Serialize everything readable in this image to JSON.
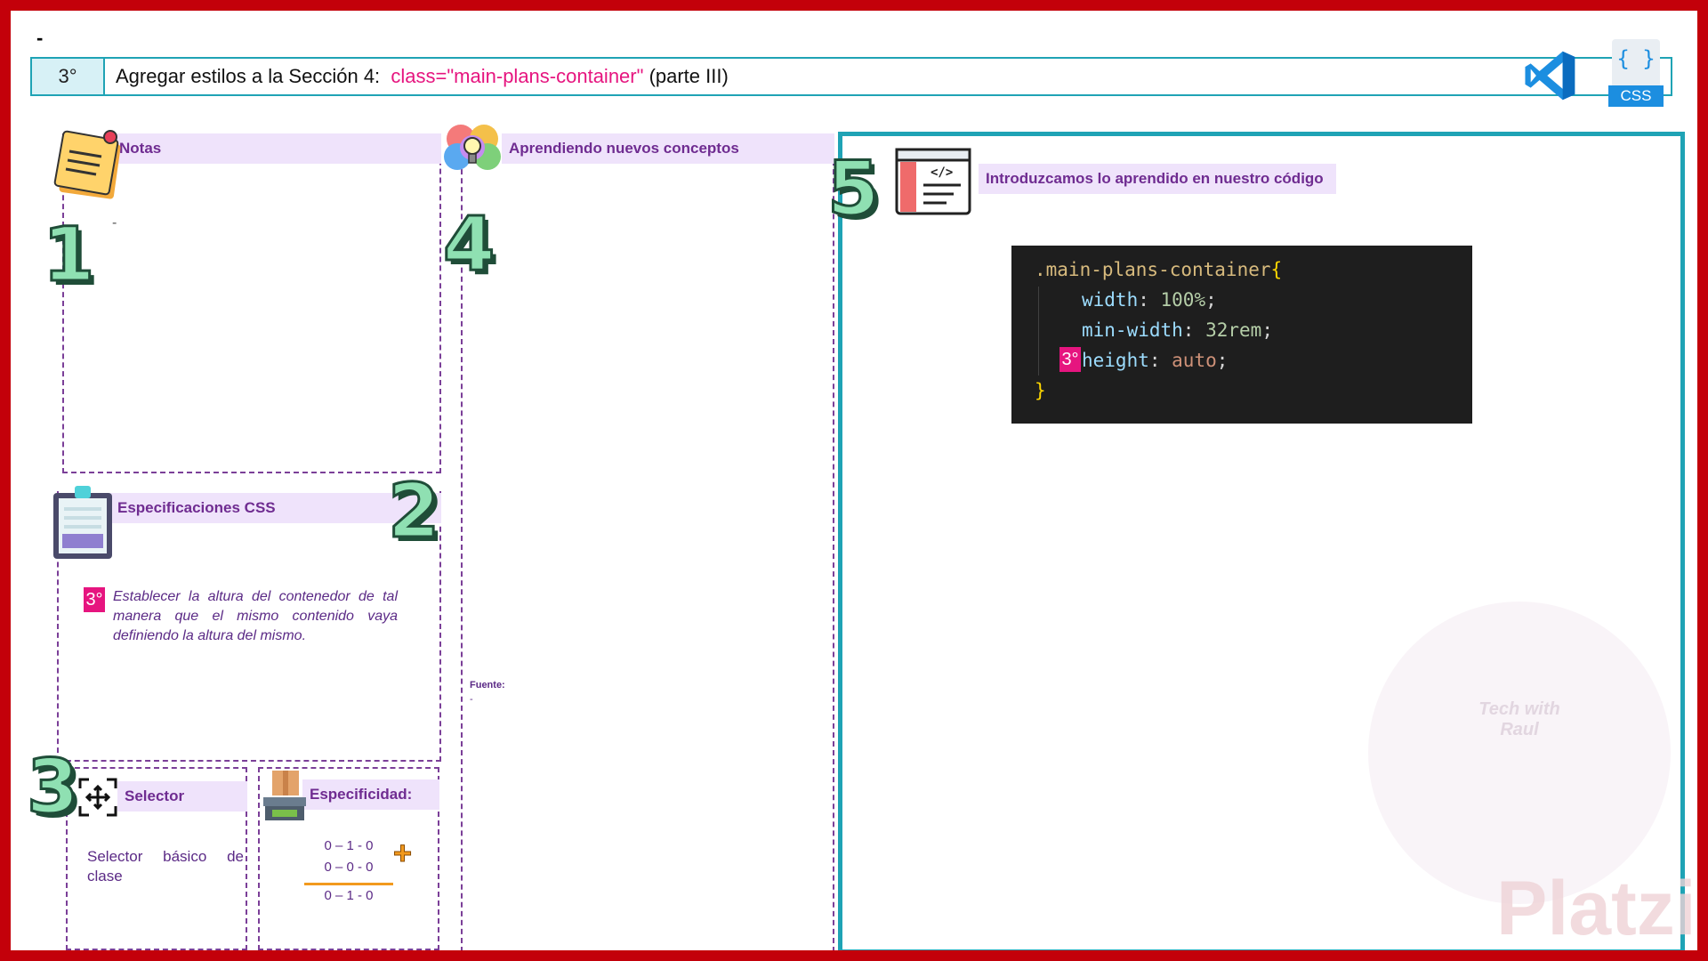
{
  "corner_mark": "-",
  "title_bar": {
    "step": "3°",
    "title_prefix": "Agregar estilos a la Sección 4:",
    "title_code": "class=\"main-plans-container\"",
    "title_suffix": "(parte III)",
    "css_badge_braces": "{ }",
    "css_badge_label": "CSS"
  },
  "notas": {
    "number": "1",
    "header": "Notas",
    "body": "-"
  },
  "especificaciones": {
    "number": "2",
    "header": "Especificaciones CSS",
    "badge": "3°",
    "text": "Establecer la altura del contenedor de tal manera que el mismo contenido vaya definiendo la altura del mismo."
  },
  "selector": {
    "number": "3",
    "header": "Selector",
    "text": "Selector básico de clase"
  },
  "especificidad": {
    "header": "Especificidad:",
    "row1": "0 – 1 - 0",
    "row2": "0 – 0 - 0",
    "result": "0 – 1 - 0",
    "plus": "+"
  },
  "aprendiendo": {
    "number": "4",
    "header": "Aprendiendo nuevos conceptos",
    "fuente_label": "Fuente:",
    "fuente_value": "-"
  },
  "codigo": {
    "number": "5",
    "header": "Introduzcamos lo aprendido en nuestro código",
    "selector": ".main-plans-container",
    "open_brace": "{",
    "close_brace": "}",
    "lines": [
      {
        "prop": "width",
        "value": "100%",
        "kind": "num"
      },
      {
        "prop": "min-width",
        "value": "32rem",
        "kind": "num"
      },
      {
        "prop": "height",
        "value": "auto",
        "kind": "val",
        "badge": "3°"
      }
    ]
  },
  "watermark": {
    "brand": "Platzi",
    "logo_text": "Tech with Raul"
  },
  "colors": {
    "frame": "#c3000a",
    "title_accent": "#1fa3b5",
    "purple": "#6f2c91",
    "pink": "#e6157f",
    "code_bg": "#1e1e1e"
  }
}
